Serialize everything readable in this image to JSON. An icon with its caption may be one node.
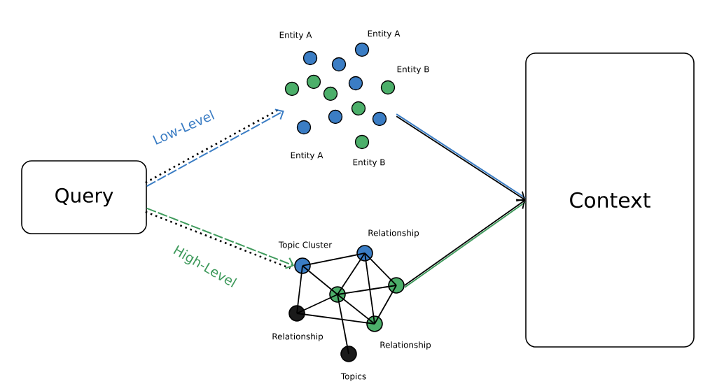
{
  "diagram": {
    "nodes": [
      {
        "text": [
          "Query"
        ]
      },
      {
        "text": [],
        "shape": "picture",
        "beside": [
          "Entity A",
          "Entity A",
          "Entity B",
          "Entity A",
          "Entity B"
        ]
      },
      {
        "text": [],
        "shape": "circle",
        "beside": [
          "Topic Cluster"
        ]
      },
      {
        "text": [],
        "shape": "circle",
        "beside": [
          "Relationship"
        ]
      },
      {
        "text": [],
        "shape": "circle"
      },
      {
        "text": [],
        "shape": "circle"
      },
      {
        "text": [],
        "shape": "circle",
        "beside": [
          "Relationship"
        ]
      },
      {
        "text": [],
        "shape": "circle",
        "beside": [
          "Relationship"
        ]
      },
      {
        "text": [],
        "shape": "circle",
        "beside": [
          "Topics"
        ]
      },
      {
        "text": [
          "Context"
        ]
      }
    ],
    "edges": [
      {
        "from": 0,
        "to": 1,
        "arrow": "to",
        "label": "Low-Level",
        "style": "dashed",
        "color": "#3b7dc4"
      },
      {
        "from": 0,
        "to": 2,
        "arrow": "to",
        "label": "High-Level",
        "style": "dashed",
        "color": "#3f9a5c"
      },
      {
        "from": 1,
        "to": 9,
        "arrow": "to",
        "color": "#3b7dc4"
      },
      {
        "from": 5,
        "to": 9,
        "arrow": "to",
        "color": "#3f9a5c"
      },
      {
        "from": 2,
        "to": 3,
        "arrow": "none"
      },
      {
        "from": 2,
        "to": 6,
        "arrow": "none"
      },
      {
        "from": 2,
        "to": 4,
        "arrow": "none"
      },
      {
        "from": 3,
        "to": 4,
        "arrow": "none"
      },
      {
        "from": 3,
        "to": 5,
        "arrow": "none"
      },
      {
        "from": 3,
        "to": 7,
        "arrow": "none"
      },
      {
        "from": 4,
        "to": 5,
        "arrow": "none"
      },
      {
        "from": 4,
        "to": 6,
        "arrow": "none"
      },
      {
        "from": 4,
        "to": 7,
        "arrow": "none"
      },
      {
        "from": 4,
        "to": 8,
        "arrow": "none"
      },
      {
        "from": 6,
        "to": 7,
        "arrow": "none"
      },
      {
        "from": 5,
        "to": 7,
        "arrow": "none"
      }
    ]
  }
}
